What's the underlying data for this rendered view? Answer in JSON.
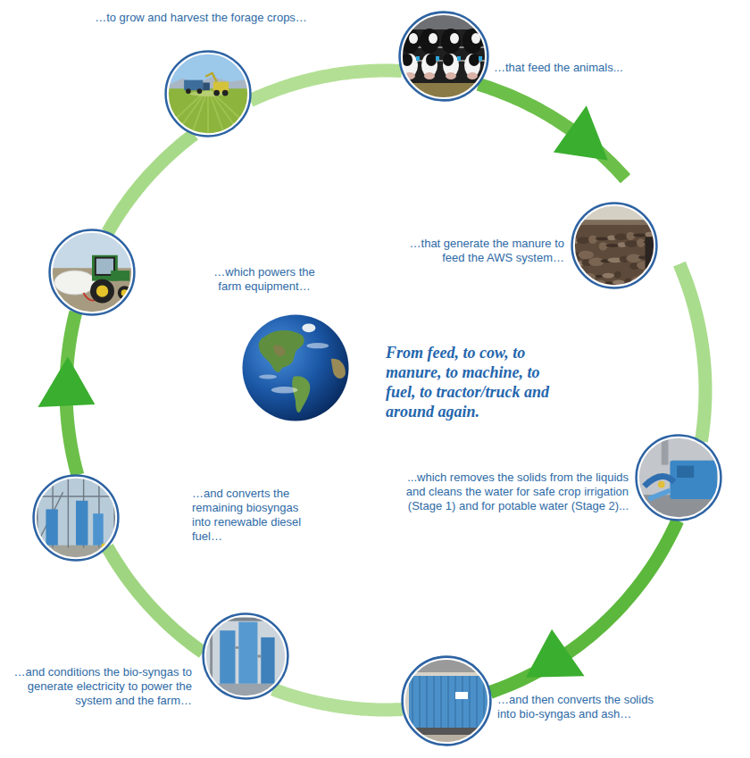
{
  "diagram": {
    "nodes": [
      {
        "text": [
          "…to grow and harvest the forage crops…"
        ]
      },
      {
        "text": [
          "…that feed the animals..."
        ]
      },
      {
        "text": [
          "…that generate the manure to feed the AWS system…"
        ]
      },
      {
        "text": [
          "...which removes the solids from the liquids and cleans the water for safe crop irrigation (Stage 1) and for potable water (Stage 2)..."
        ]
      },
      {
        "text": [
          "…and then converts the solids into bio-syngas and ash…"
        ]
      },
      {
        "text": [
          "…and conditions the bio-syngas to generate electricity to power the system and the farm…"
        ]
      },
      {
        "text": [
          "…and converts the remaining biosyngas into renewable diesel fuel…"
        ]
      },
      {
        "text": [
          "…which powers the farm equipment…"
        ]
      },
      {
        "text": [
          "From feed, to cow, to manure, to machine, to fuel, to tractor/truck and around again."
        ]
      }
    ],
    "edges": [
      {
        "from": 0,
        "to": 1,
        "arrow": "none"
      },
      {
        "from": 1,
        "to": 2,
        "arrow": "to"
      },
      {
        "from": 2,
        "to": 3,
        "arrow": "none"
      },
      {
        "from": 3,
        "to": 4,
        "arrow": "to"
      },
      {
        "from": 4,
        "to": 5,
        "arrow": "none"
      },
      {
        "from": 5,
        "to": 6,
        "arrow": "none"
      },
      {
        "from": 6,
        "to": 7,
        "arrow": "to"
      },
      {
        "from": 7,
        "to": 0,
        "arrow": "none"
      }
    ]
  }
}
